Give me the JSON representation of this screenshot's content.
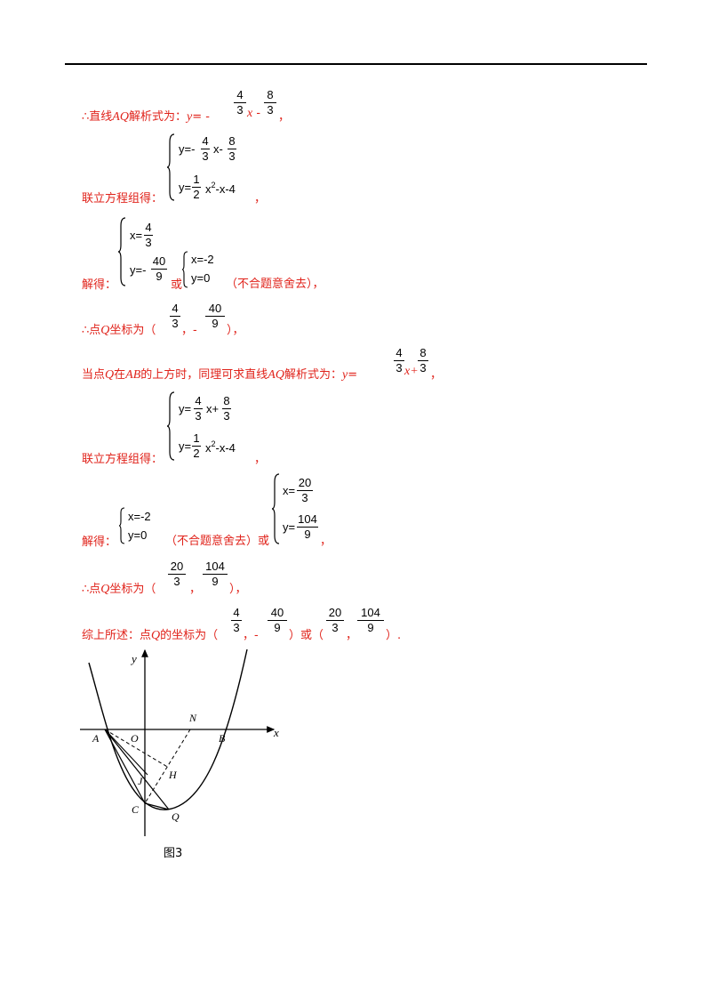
{
  "line1": {
    "therefore": "∴",
    "text": "直线",
    "AQ": "AQ",
    "text2": "解析式为：",
    "y": "y",
    "eq": "= -",
    "f1n": "4",
    "f1d": "3",
    "x": "x",
    "minus": " -",
    "f2n": "8",
    "f2d": "3",
    "end": "，"
  },
  "sys1": {
    "label": "联立方程组得：",
    "r1a": "y=-",
    "r1fn": "4",
    "r1fd": "3",
    "r1b": "x-",
    "r1f2n": "8",
    "r1f2d": "3",
    "r2a": "y=",
    "r2fn": "1",
    "r2fd": "2",
    "r2b": "x",
    "r2sup": "2",
    "r2c": "-x-4",
    "end": "，"
  },
  "sol1": {
    "label": "解得：",
    "xa": "x=",
    "xn": "4",
    "xd": "3",
    "ya": "y=-",
    "yn": "40",
    "yd": "9",
    "or": "或",
    "x2": "x=-2",
    "y2": "y=0",
    "note": "（不合题意舍去），"
  },
  "q1": {
    "therefore": "∴",
    "text": "点",
    "Q": "Q",
    "text2": "坐标为（",
    "n1": "4",
    "d1": "3",
    "sep": "，-",
    "n2": "40",
    "d2": "9",
    "end": "），"
  },
  "line2": {
    "text": "当点",
    "Q": "Q",
    "text2": "在",
    "AB": "AB",
    "text3": "的上方时，同理可求直线",
    "AQ": "AQ",
    "text4": "解析式为：",
    "y": "y",
    "eq": "=",
    "f1n": "4",
    "f1d": "3",
    "x": "x+",
    "f2n": "8",
    "f2d": "3",
    "end": "，"
  },
  "sys2": {
    "label": "联立方程组得：",
    "r1a": "y=",
    "r1fn": "4",
    "r1fd": "3",
    "r1b": "x+",
    "r1f2n": "8",
    "r1f2d": "3",
    "r2a": "y=",
    "r2fn": "1",
    "r2fd": "2",
    "r2b": "x",
    "r2sup": "2",
    "r2c": "-x-4",
    "end": "，"
  },
  "sol2": {
    "label": "解得：",
    "x1": "x=-2",
    "y1": "y=0",
    "note": "（不合题意舍去）或",
    "xa": "x=",
    "xn": "20",
    "xd": "3",
    "ya": "y=",
    "yn": "104",
    "yd": "9",
    "end": "，"
  },
  "q2": {
    "therefore": "∴",
    "text": "点",
    "Q": "Q",
    "text2": "坐标为（",
    "n1": "20",
    "d1": "3",
    "sep": "，",
    "n2": "104",
    "d2": "9",
    "end": "），"
  },
  "summary": {
    "text": "综上所述：点",
    "Q": "Q",
    "text2": "的坐标为（",
    "n1": "4",
    "d1": "3",
    "sep": "，-",
    "n2": "40",
    "d2": "9",
    "mid": "）或（",
    "n3": "20",
    "d3": "3",
    "sep2": "，",
    "n4": "104",
    "d4": "9",
    "end": "）."
  },
  "figure": {
    "labels": {
      "y": "y",
      "x": "x",
      "N": "N",
      "A": "A",
      "O": "O",
      "B": "B",
      "H": "H",
      "J": "J",
      "C": "C",
      "Q": "Q"
    },
    "caption": "图3"
  }
}
